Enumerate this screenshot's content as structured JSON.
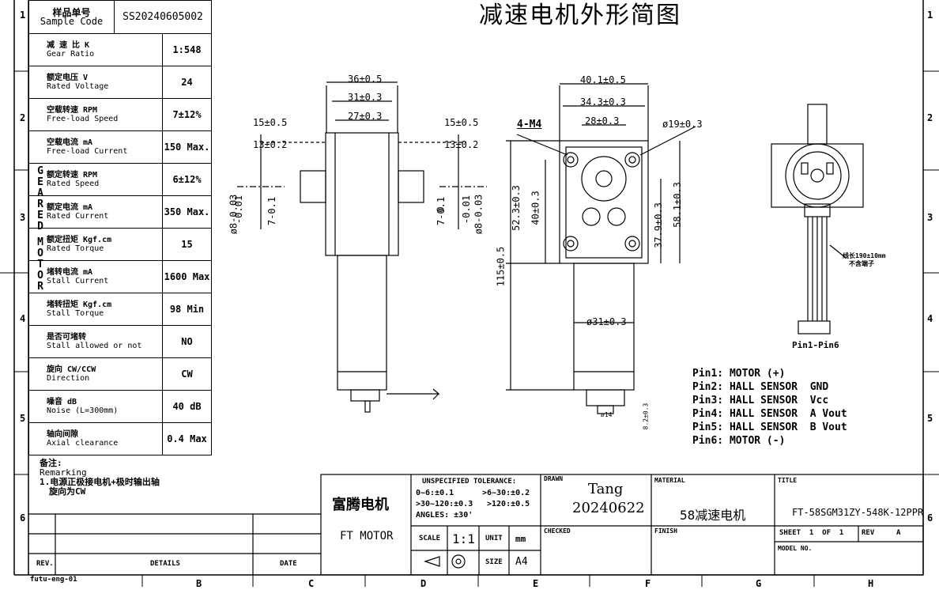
{
  "drawing_title": "减速电机外形简图",
  "grid_numbers": [
    "1",
    "2",
    "3",
    "4",
    "5",
    "6"
  ],
  "grid_letters": [
    "B",
    "C",
    "D",
    "E",
    "F",
    "G",
    "H"
  ],
  "sample_code": {
    "label_cn": "样品单号",
    "label_en": "Sample Code",
    "value": "SS20240605002"
  },
  "vertical_label": [
    "G",
    "E",
    "A",
    "R",
    "E",
    "D",
    "M",
    "O",
    "T",
    "O",
    "R"
  ],
  "specs": [
    {
      "cn": "减 速 比 K",
      "en": "Gear Ratio",
      "value": "1:548"
    },
    {
      "cn": "额定电压 V",
      "en": "Rated Voltage",
      "value": "24"
    },
    {
      "cn": "空载转速 RPM",
      "en": "Free-load Speed",
      "value": "7±12%"
    },
    {
      "cn": "空载电流 mA",
      "en": "Free-load Current",
      "value": "150 Max."
    },
    {
      "cn": "额定转速 RPM",
      "en": "Rated Speed",
      "value": "6±12%"
    },
    {
      "cn": "额定电流 mA",
      "en": "Rated Current",
      "value": "350 Max."
    },
    {
      "cn": "额定扭矩 Kgf.cm",
      "en": "Rated Torque",
      "value": "15"
    },
    {
      "cn": "堵转电流 mA",
      "en": "Stall Current",
      "value": "1600 Max"
    },
    {
      "cn": "堵转扭矩 Kgf.cm",
      "en": "Stall Torque",
      "value": "98 Min"
    },
    {
      "cn": "是否可堵转",
      "en": "Stall allowed or not",
      "value": "NO"
    },
    {
      "cn": "旋向 CW/CCW",
      "en": "Direction",
      "value": "CW"
    },
    {
      "cn": "噪音 dB",
      "en": "Noise (L=300mm)",
      "value": "40 dB"
    },
    {
      "cn": "轴向间隙",
      "en": "Axial clearance",
      "value": "0.4 Max"
    }
  ],
  "remark": {
    "title": "备注:",
    "en": "Remarking",
    "line1": "1.电源正极接电机+极时输出轴",
    "line2": "旋向为CW"
  },
  "dims": {
    "d1": "36±0.5",
    "d2": "31±0.3",
    "d3": "27±0.3",
    "d4": "15±0.5",
    "d5": "15±0.5",
    "d6": "13±0.2",
    "d7": "13±0.2",
    "d8": "40.1±0.5",
    "d9": "34.3±0.3",
    "d10": "28±0.3",
    "d11": "ø19±0.3",
    "d12": "4-M4",
    "d13": "52.3±0.3",
    "d14": "40±0.3",
    "d15": "37.9±0.3",
    "d16": "58.1±0.3",
    "d17": "115±0.5",
    "d18": "ø31±0.3",
    "d19": "ø14",
    "d20": "8.2±0.3",
    "d21": "ø8-0.03",
    "d22": "-0.01",
    "d23": "7-0.1",
    "d24": "0",
    "wire": "线长190±10mm",
    "wire2": "不含端子",
    "pinrange": "Pin1-Pin6"
  },
  "pins": "Pin1: MOTOR (+)\nPin2: HALL SENSOR  GND\nPin3: HALL SENSOR  Vcc\nPin4: HALL SENSOR  A Vout\nPin5: HALL SENSOR  B Vout\nPin6: MOTOR (-)",
  "title_block": {
    "company_cn": "富腾电机",
    "company_en": "FT MOTOR",
    "tol_title": "UNSPECIFIED TOLERANCE:",
    "tol1": "0~6:±0.1",
    "tol2": ">6~30:±0.2",
    "tol3": ">30~120:±0.3",
    "tol4": ">120:±0.5",
    "angles": "ANGLES:  ±30'",
    "drawn_label": "DRAWN",
    "drawn_name": "Tang",
    "drawn_date": "20240622",
    "checked_label": "CHECKED",
    "material_label": "MATERIAL",
    "material_value": "58减速电机",
    "finish_label": "FINISH",
    "title_label": "TITLE",
    "title_value": "FT-58SGM31ZY-548K-12PPR",
    "scale_label": "SCALE",
    "scale_value": "1:1",
    "unit_label": "UNIT",
    "unit_value": "mm",
    "size_label": "SIZE",
    "size_value": "A4",
    "sheet": "SHEET  1  OF  1",
    "rev_label": "REV",
    "rev_value": "A",
    "model_label": "MODEL NO.",
    "rev_col": "REV.",
    "details_col": "DETAILS",
    "date_col": "DATE",
    "file_name": "futu-eng-01"
  }
}
